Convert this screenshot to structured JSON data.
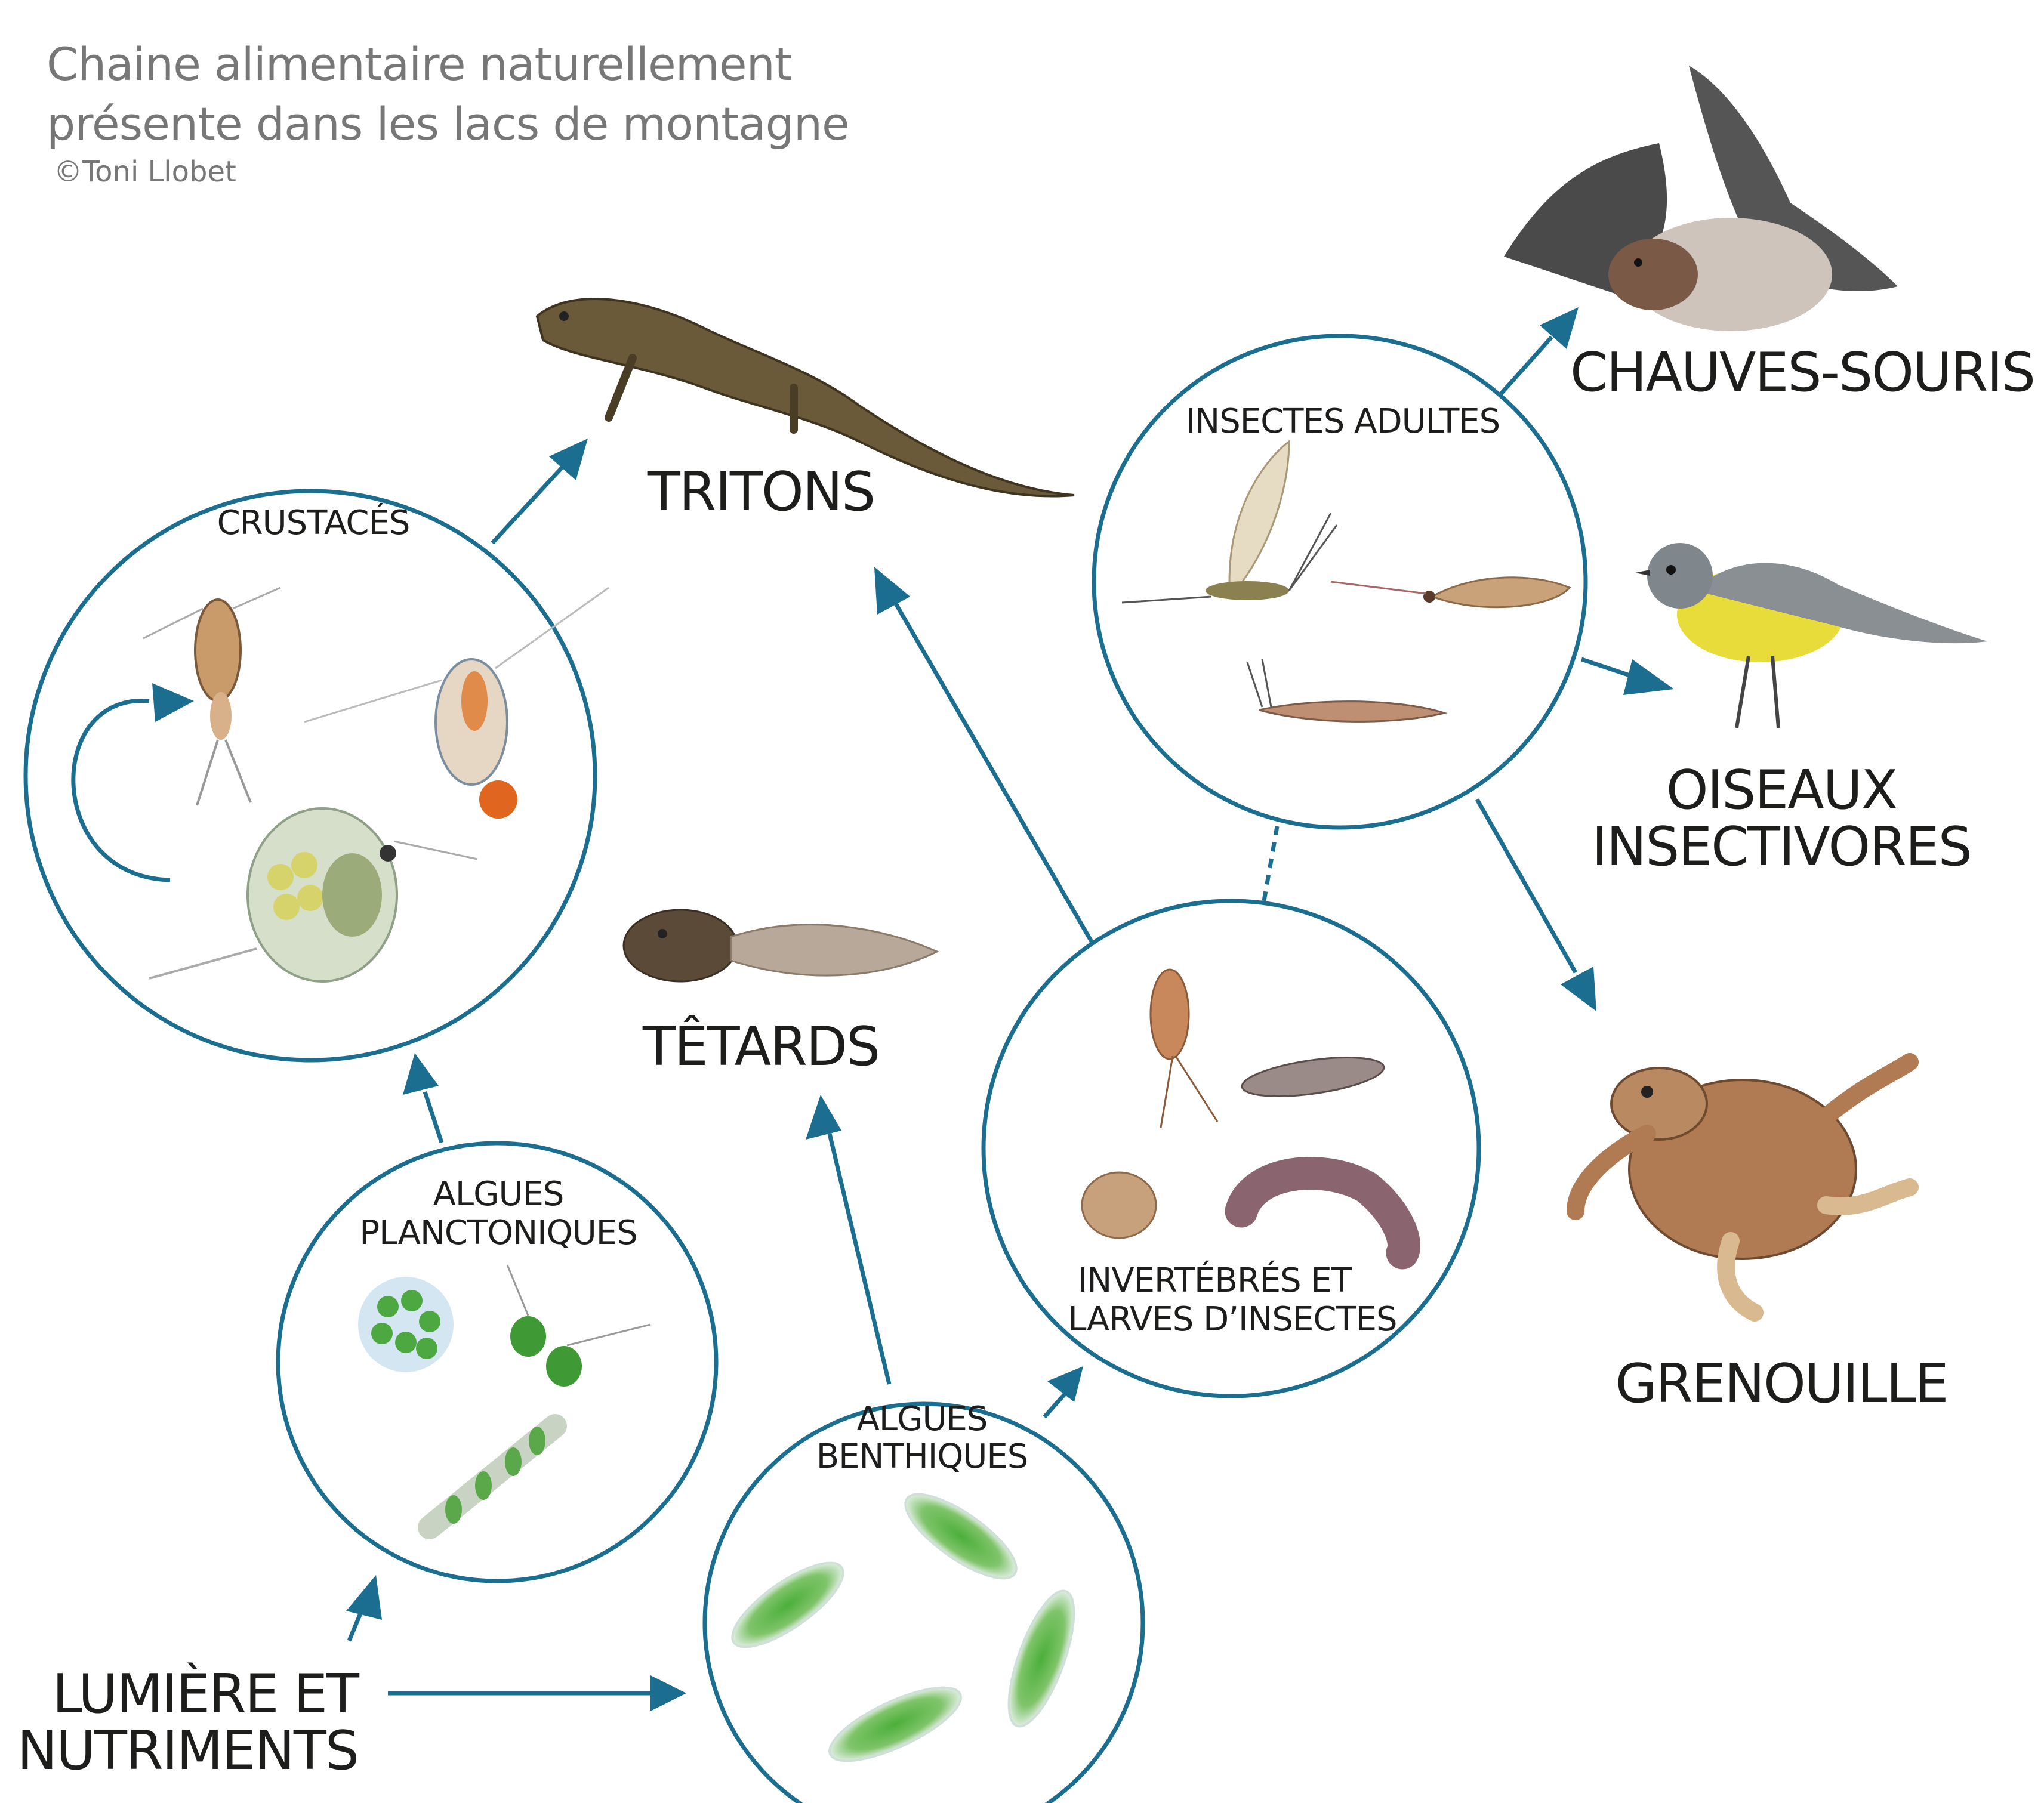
{
  "title": {
    "line1": "Chaine alimentaire naturellement",
    "line2": "présente dans les lacs de montagne",
    "credit": "©Toni Llobet"
  },
  "nodes": {
    "crustaces": "CRUSTACÉS",
    "insectes_adultes": "INSECTES ADULTES",
    "algues_planctoniques_1": "ALGUES",
    "algues_planctoniques_2": "PLANCTONIQUES",
    "algues_benthiques_1": "ALGUES",
    "algues_benthiques_2": "BENTHIQUES",
    "invertebres_1": "INVERTÉBRÉS ET",
    "invertebres_2": "LARVES D’INSECTES"
  },
  "labels": {
    "tritons": "TRITONS",
    "tetards": "TÊTARDS",
    "chauves_souris": "CHAUVES-SOURIS",
    "oiseaux_1": "OISEAUX",
    "oiseaux_2": "INSECTIVORES",
    "grenouille": "GRENOUILLE",
    "lumiere_1": "LUMIÈRE ET",
    "lumiere_2": "NUTRIMENTS"
  },
  "colors": {
    "accent": "#1b6e8f",
    "text": "#1d1d1b",
    "title": "#777777"
  }
}
